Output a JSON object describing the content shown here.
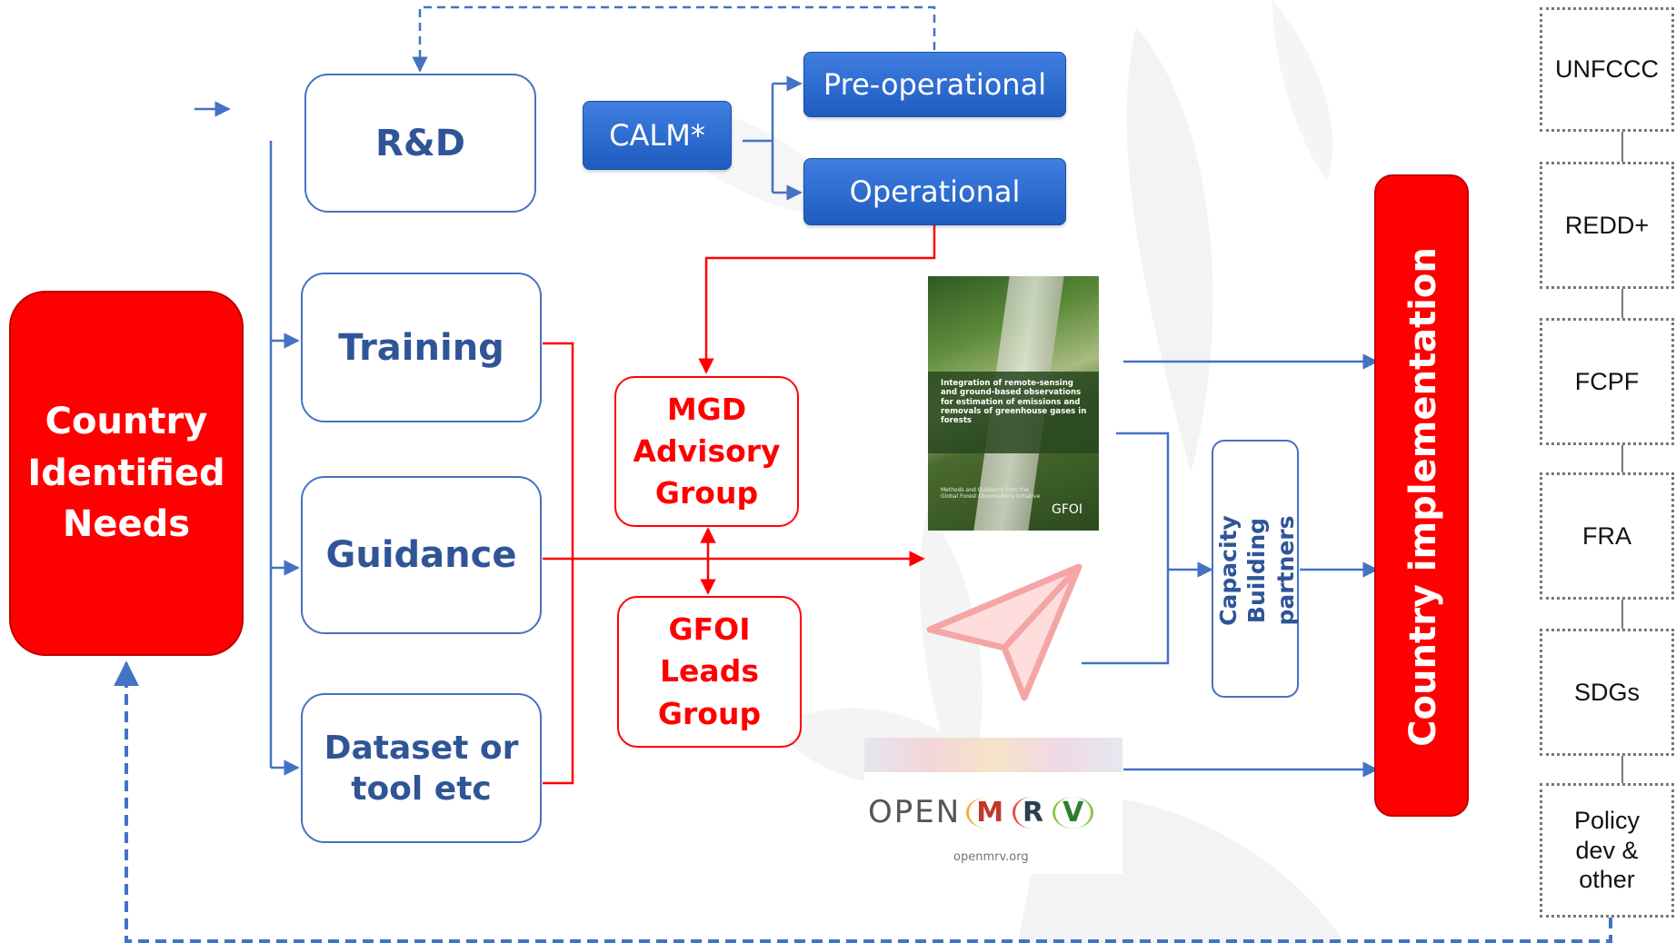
{
  "left": {
    "needs_label": "Country\nIdentified\nNeeds"
  },
  "activities": {
    "rd": "R&D",
    "training": "Training",
    "guidance": "Guidance",
    "dataset": "Dataset or\ntool etc"
  },
  "calm": {
    "label": "CALM*",
    "pre_operational": "Pre-operational",
    "operational": "Operational"
  },
  "groups": {
    "mgd": "MGD\nAdvisory\nGroup",
    "gfoi": "GFOI\nLeads\nGroup"
  },
  "publication": {
    "title": "Integration of remote-sensing and ground-based observations for estimation of emissions and removals of greenhouse gases in forests",
    "subtitle": "Methods and Guidance from the Global Forest Observations Initiative",
    "logo_text": "GFOI"
  },
  "openmrv": {
    "word": "OPEN",
    "letters": [
      "M",
      "R",
      "V"
    ],
    "url": "openmrv.org"
  },
  "capacity_label": "Capacity Building\npartners",
  "implementation_label": "Country implementation",
  "frameworks": [
    "UNFCCC",
    "REDD+",
    "FCPF",
    "FRA",
    "SDGs",
    "Policy\ndev &\nother"
  ],
  "colors": {
    "red": "#FF0000",
    "blue": "#4472C4",
    "dark_blue": "#2F5597",
    "calm_blue": "#2E6FD8"
  },
  "icons": {
    "paper_plane": "paper-plane-icon"
  }
}
